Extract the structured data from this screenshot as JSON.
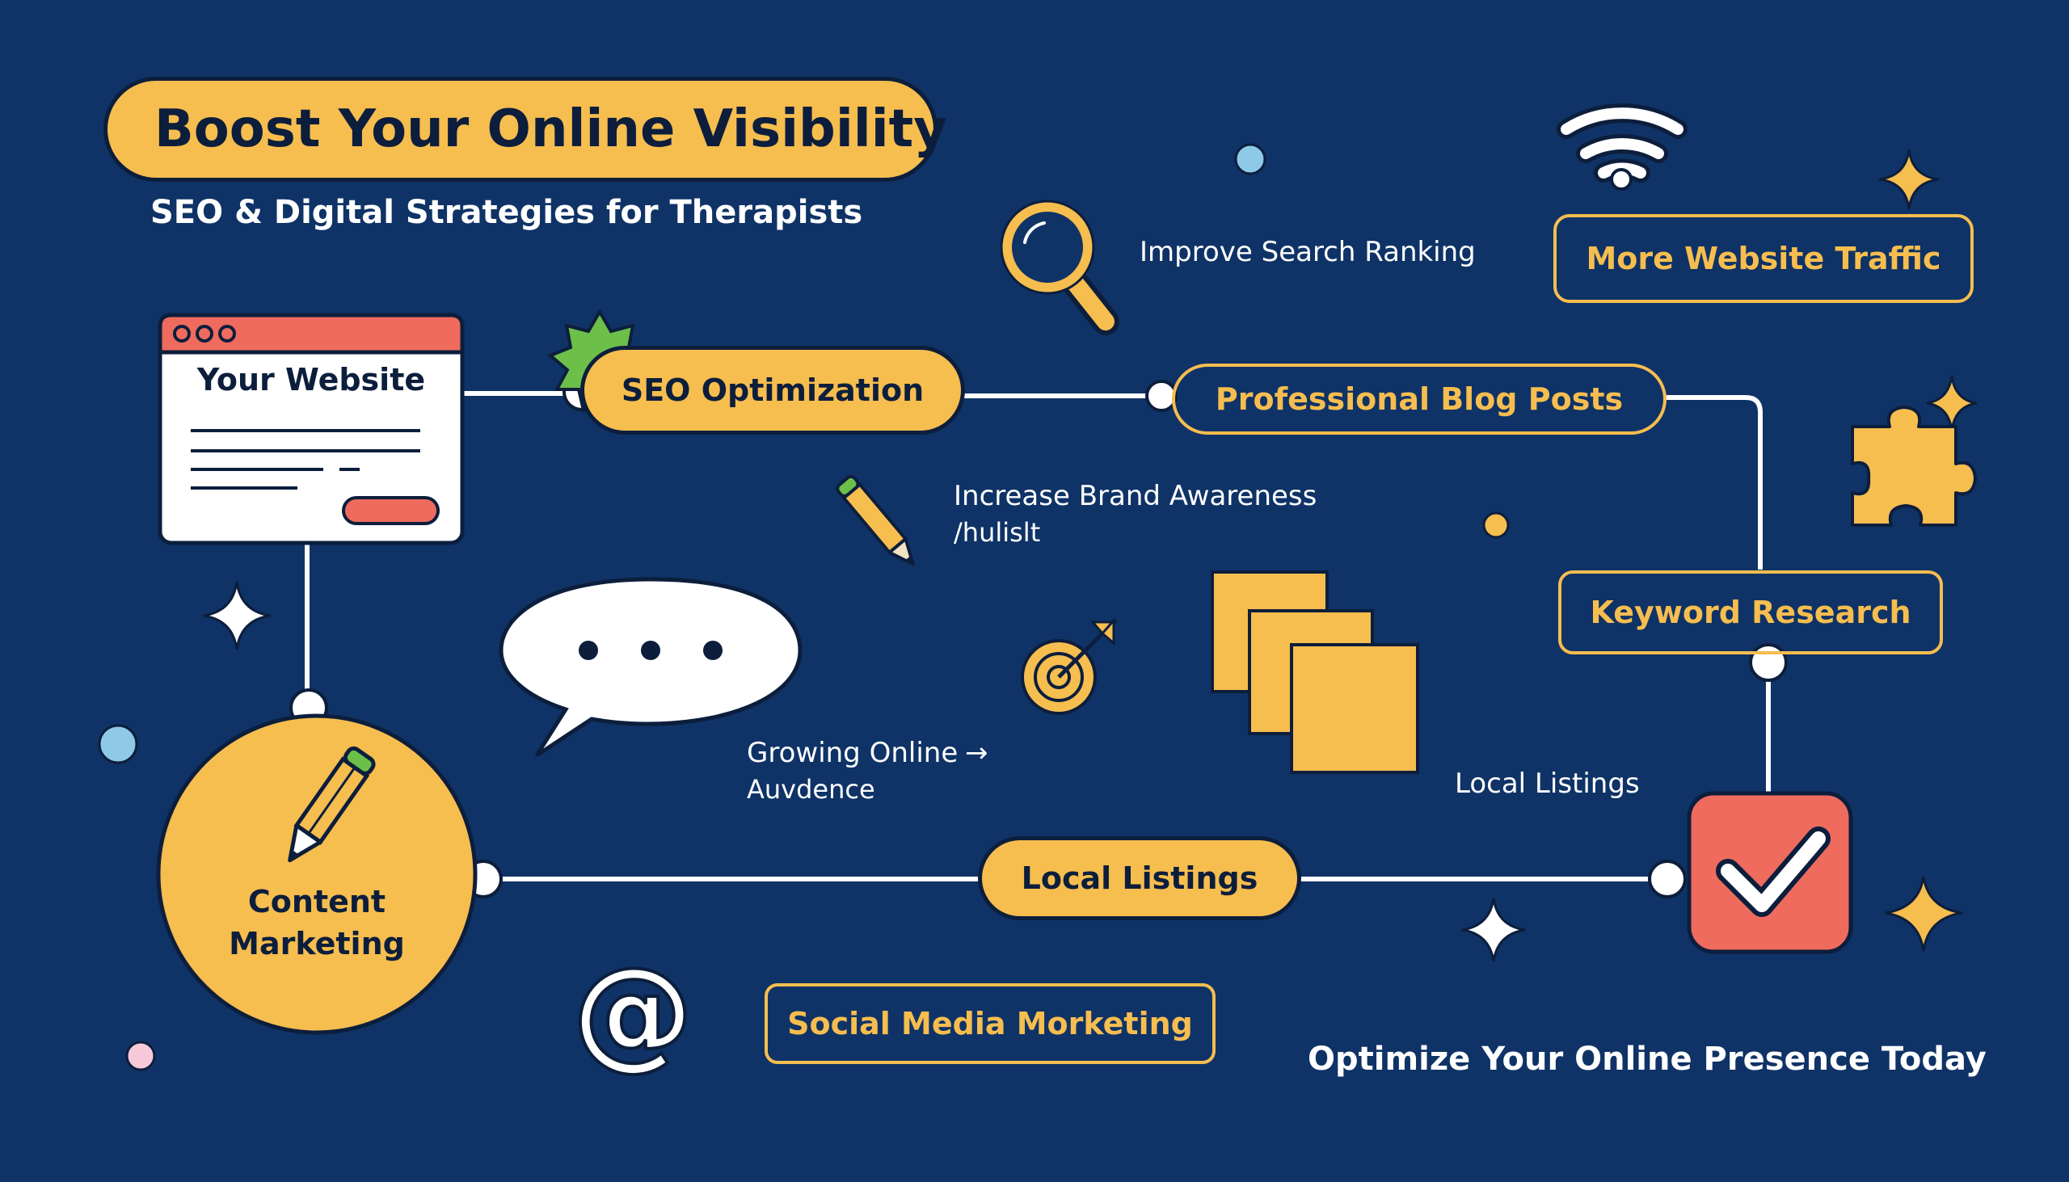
{
  "title": "Boost Your Online Visibility",
  "subtitle": "SEO & Digital Strategies for Therapists",
  "nodes": {
    "website": "Your Website",
    "seo": "SEO Optimization",
    "blog": "Professional Blog Posts",
    "traffic": "More Website Traffic",
    "keyword": "Keyword Research",
    "content": [
      "Content",
      "Marketing"
    ],
    "local": "Local Listings",
    "social": "Social Media Morketing"
  },
  "labels": {
    "search_ranking": "Improve Search Ranking",
    "brand_awareness": "Increase Brand Awareness",
    "brand_awareness_sub": "/hulislt",
    "growing": "Growing Online",
    "growing_sub": "Auvdence",
    "local_listings": "Local Listings"
  },
  "footer": "Optimize Your Online Presence Today",
  "colors": {
    "background": "#0f3366",
    "accent": "#f6bd4f",
    "coral": "#ee6b5e",
    "dark": "#0c1e3c",
    "green": "#6cc04a",
    "white": "#ffffff",
    "light_blue": "#8ec9e8",
    "pink": "#f6c8d8"
  },
  "icons": [
    "magnifier-icon",
    "wifi-icon",
    "sparkle-icon",
    "puzzle-icon",
    "pencil-icon",
    "target-icon",
    "stacked-notes-icon",
    "speech-bubble-icon",
    "at-sign-icon",
    "checkmark-icon",
    "browser-window-icon",
    "starburst-icon"
  ]
}
